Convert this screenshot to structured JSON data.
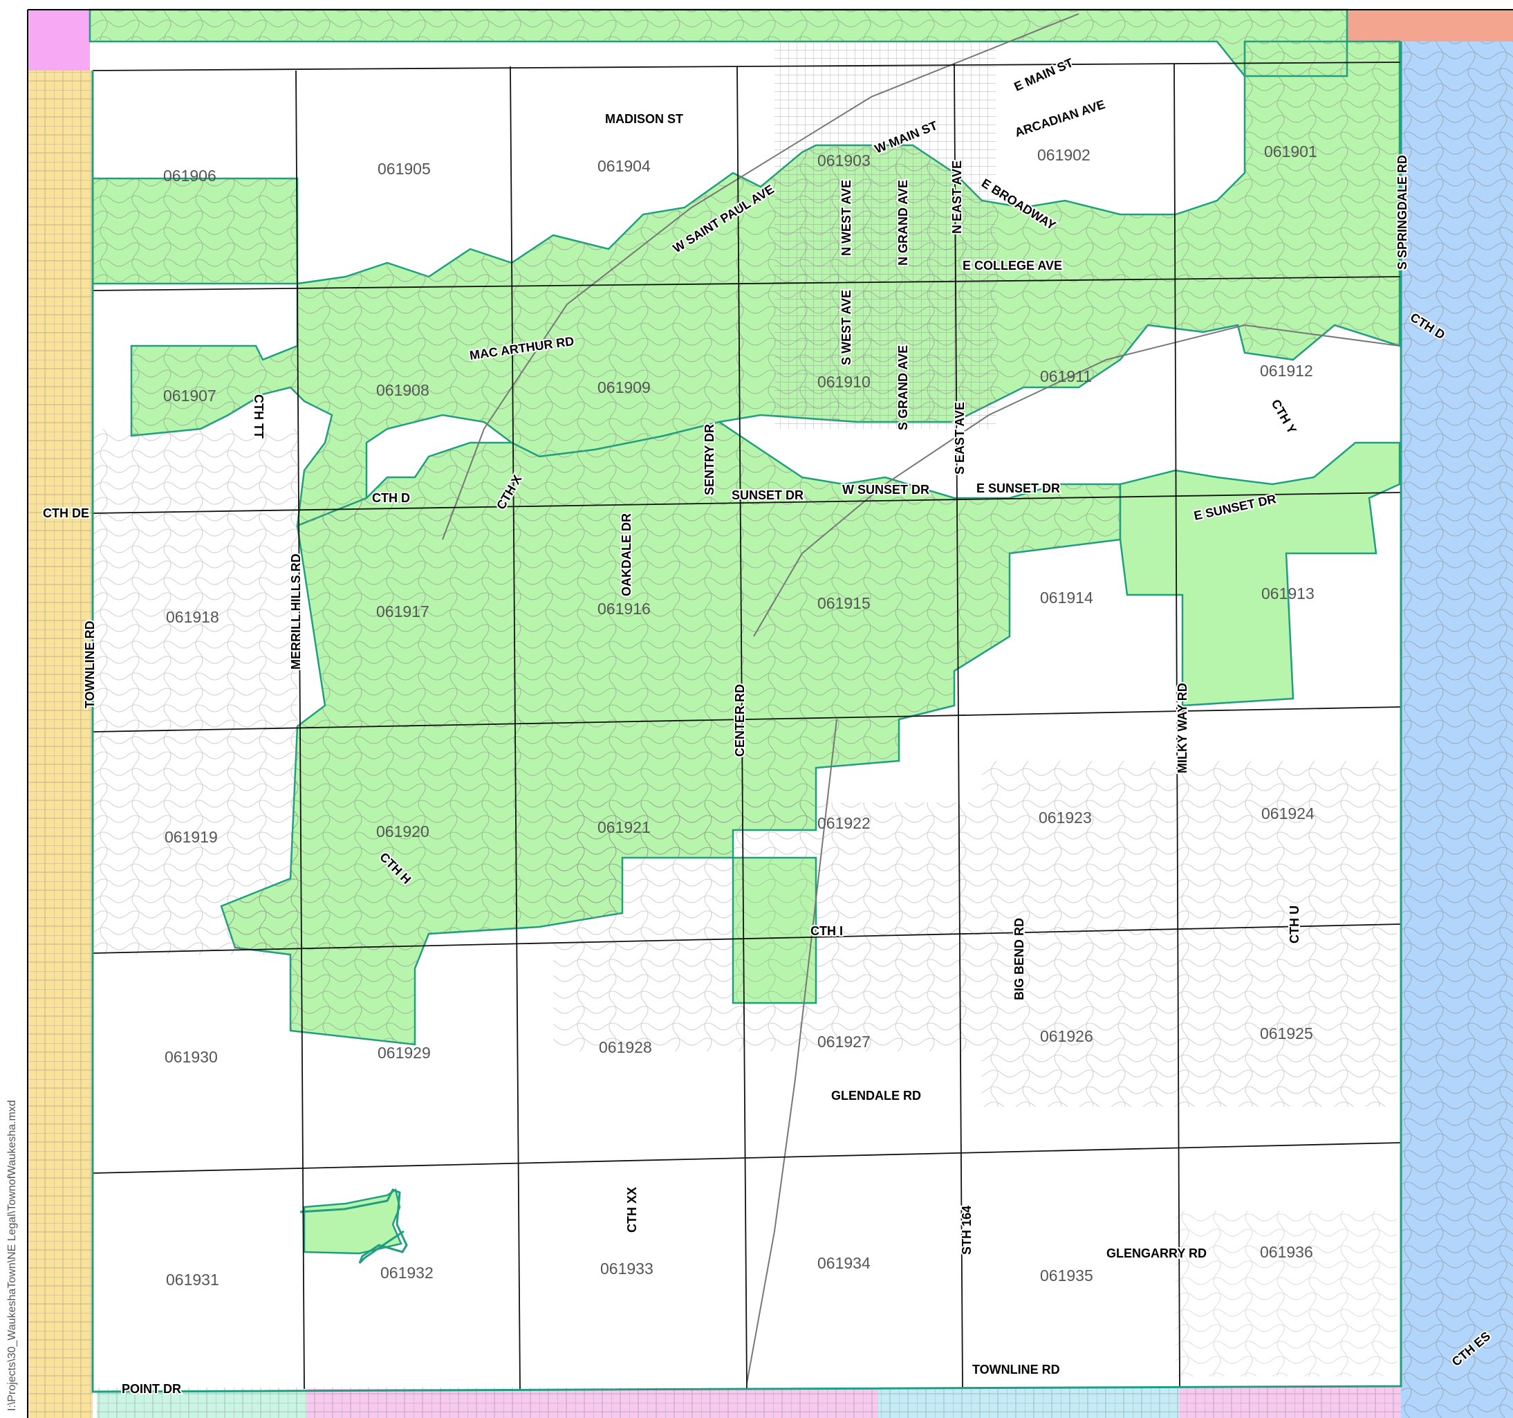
{
  "map": {
    "file_path": "I:\\Projects\\30_WaukeshaTown\\NE Legal\\TownofWaukesha.mxd",
    "colors": {
      "town": "#b8f5ac",
      "town_border": "#1f9f7f",
      "west_county": "#fbe29b",
      "east_county": "#b2d5fb",
      "nw_corner": "#f7a9f4",
      "ne_corner": "#f4a590",
      "south_pink": "#f8c8ef",
      "south_blue": "#c3ecf8",
      "south_mint": "#c9f6e4",
      "section_line": "#111111",
      "street": "#8c8c8c"
    }
  },
  "sections": [
    "061901",
    "061902",
    "061903",
    "061904",
    "061905",
    "061906",
    "061907",
    "061908",
    "061909",
    "061910",
    "061911",
    "061912",
    "061913",
    "061914",
    "061915",
    "061916",
    "061917",
    "061918",
    "061919",
    "061920",
    "061921",
    "061922",
    "061923",
    "061924",
    "061925",
    "061926",
    "061927",
    "061928",
    "061929",
    "061930",
    "061931",
    "061932",
    "061933",
    "061934",
    "061935",
    "061936"
  ],
  "roads": [
    "MADISON ST",
    "W MAIN ST",
    "E MAIN ST",
    "ARCADIAN AVE",
    "E BROADWAY",
    "W SAINT PAUL AVE",
    "E COLLEGE AVE",
    "N WEST AVE",
    "N GRAND AVE",
    "N EAST AVE",
    "S WEST AVE",
    "S GRAND AVE",
    "S EAST AVE",
    "S SPRINGDALE RD",
    "CTH D",
    "MAC ARTHUR RD",
    "CTH TT",
    "CTH X",
    "SENTRY DR",
    "CTH Y",
    "CTH DE",
    "CTH D",
    "SUNSET DR",
    "W SUNSET DR",
    "E SUNSET DR",
    "E SUNSET DR",
    "OAKDALE DR",
    "MERRILL HILLS RD",
    "TOWNLINE RD",
    "CENTER RD",
    "MILKY WAY RD",
    "CTH H",
    "CTH I",
    "BIG BEND RD",
    "CTH U",
    "GLENDALE RD",
    "CTH XX",
    "STH 164",
    "GLENGARRY RD",
    "TOWNLINE RD",
    "POINT DR",
    "CTH ES"
  ]
}
